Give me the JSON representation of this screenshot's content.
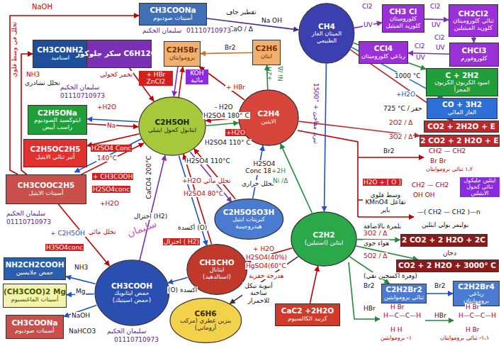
{
  "diagram": {
    "nodes": [
      {
        "text": [
          "CH3COONa",
          "أسيتات صوديوم"
        ]
      },
      {
        "text": [
          "CH4",
          "الميثان الغاز الطبيعي"
        ]
      },
      {
        "text": [
          "CH3 Cl",
          "كلوروميثان كلوريد الميثيل"
        ]
      },
      {
        "text": [
          "CH2Cl2",
          "ثنائي كلوروميثان كلوريد الميثيلين"
        ]
      },
      {
        "text": [
          "CH3CONH2",
          "استاميد"
        ]
      },
      {
        "text": [
          "سكر جلوكوز C6H12O6"
        ]
      },
      {
        "text": [
          "C2H5Br",
          "بروموايثان"
        ]
      },
      {
        "text": [
          "C2H6",
          "ايثان"
        ]
      },
      {
        "text": [
          "CCl4",
          "رباعي كلوروميثان"
        ]
      },
      {
        "text": [
          "CHCl3",
          "كلوروفورم"
        ]
      },
      {
        "text": [
          "C + 2H2",
          "اسود الكربون الكربون المجزأ"
        ]
      },
      {
        "text": [
          "CO + 3H2",
          "الغاز المائي"
        ]
      },
      {
        "text": [
          "C2H5ONa",
          "ايثوكسيد الصوديوم راسب أبيض"
        ]
      },
      {
        "text": [
          "C2H5OH",
          "ايثانول كحول ايثيلي"
        ]
      },
      {
        "text": [
          "C2H4",
          "الايثين"
        ]
      },
      {
        "text": [
          "CO2 + 2H2O + E"
        ]
      },
      {
        "text": [
          "2 CO2 + 2 H2O + E"
        ]
      },
      {
        "text": [
          "C2H5OC2H5",
          "أثير ثنائي الايثيل"
        ]
      },
      {
        "text": [
          "CH3COOC2H5",
          "أسيتات الايثيل"
        ]
      },
      {
        "text": [
          "C2H5OSO3H",
          "كبريتات ايثيل هيدروجينية"
        ]
      },
      {
        "text": [
          "C2H2",
          "ايثاين (استيلين)"
        ]
      },
      {
        "text": [
          "2 CO2 + 2 H2O + 2C"
        ]
      },
      {
        "text": [
          "CO2 + 2 H2O + 3000° C"
        ]
      },
      {
        "text": [
          "CH3CHO",
          "ايثانال (استالدهيد)"
        ]
      },
      {
        "text": [
          "NH2CH2COOH",
          "حمض جلايسين"
        ]
      },
      {
        "text": [
          "CH3COOH",
          "حمض ايثانويك (حمض اسيتيك)"
        ]
      },
      {
        "text": [
          "(CH3COO)2 Mg",
          "أسيتات الماغنسيوم"
        ]
      },
      {
        "text": [
          "C2H2Br2",
          "ثنائي بروموايثين"
        ]
      },
      {
        "text": [
          "C2H2Br4",
          "رباعي بروموايثان"
        ]
      },
      {
        "text": [
          "C6H6",
          "بنزين عطري (مركب أروماتي)"
        ]
      },
      {
        "text": [
          "CaC2 +2H2O",
          "كربيد الكالسيوم"
        ]
      },
      {
        "text": [
          "CH3COONa",
          "أسيتات صوديوم"
        ]
      }
    ],
    "edges": [
      {
        "from": 0,
        "to": 1,
        "arrow": "to"
      },
      {
        "from": 1,
        "to": 2,
        "arrow": "to"
      },
      {
        "from": 2,
        "to": 3,
        "arrow": "to"
      },
      {
        "from": 3,
        "to": 9,
        "arrow": "to"
      },
      {
        "from": 9,
        "to": 8,
        "arrow": "to"
      },
      {
        "from": 1,
        "to": 10,
        "arrow": "to"
      },
      {
        "from": 1,
        "to": 11,
        "arrow": "to"
      },
      {
        "from": 1,
        "to": 15,
        "arrow": "to"
      },
      {
        "from": 14,
        "to": 16,
        "arrow": "to"
      },
      {
        "from": 18,
        "to": 0,
        "arrow": "to"
      },
      {
        "from": 18,
        "to": 4,
        "arrow": "to"
      },
      {
        "from": 5,
        "to": 13,
        "arrow": "to"
      },
      {
        "from": 13,
        "to": 6,
        "arrow": "to"
      },
      {
        "from": 6,
        "to": 13,
        "arrow": "to"
      },
      {
        "from": 7,
        "to": 6,
        "arrow": "to"
      },
      {
        "from": 14,
        "to": 7,
        "arrow": "to"
      },
      {
        "from": 14,
        "to": 6,
        "arrow": "to"
      },
      {
        "from": 13,
        "to": 14,
        "arrow": "to"
      },
      {
        "from": 14,
        "to": 13,
        "arrow": "to"
      },
      {
        "from": 13,
        "to": 12,
        "arrow": "to"
      },
      {
        "from": 12,
        "to": 13,
        "arrow": "to"
      },
      {
        "from": 13,
        "to": 17,
        "arrow": "to"
      },
      {
        "from": 13,
        "to": 18,
        "arrow": "to"
      },
      {
        "from": 18,
        "to": 13,
        "arrow": "to"
      },
      {
        "from": 13,
        "to": 19,
        "arrow": "to"
      },
      {
        "from": 19,
        "to": 13,
        "arrow": "to"
      },
      {
        "from": 19,
        "to": 14,
        "arrow": "to"
      },
      {
        "from": 13,
        "to": 23,
        "arrow": "to"
      },
      {
        "from": 23,
        "to": 13,
        "arrow": "to"
      },
      {
        "from": 23,
        "to": 25,
        "arrow": "to"
      },
      {
        "from": 25,
        "to": 13,
        "arrow": "to"
      },
      {
        "from": 20,
        "to": 23,
        "arrow": "to"
      },
      {
        "from": 20,
        "to": 14,
        "arrow": "to"
      },
      {
        "from": 30,
        "to": 20,
        "arrow": "to"
      },
      {
        "from": 20,
        "to": 29,
        "arrow": "to"
      },
      {
        "from": 1,
        "to": 20,
        "arrow": "to"
      },
      {
        "from": 20,
        "to": 21,
        "arrow": "to"
      },
      {
        "from": 20,
        "to": 22,
        "arrow": "to"
      },
      {
        "from": 20,
        "to": 27,
        "arrow": "to"
      },
      {
        "from": 27,
        "to": 28,
        "arrow": "to"
      },
      {
        "from": 25,
        "to": 24,
        "arrow": "to"
      },
      {
        "from": 25,
        "to": 26,
        "arrow": "to"
      },
      {
        "from": 25,
        "to": 31,
        "arrow": "to"
      },
      {
        "from": 18,
        "to": 25,
        "arrow": "to"
      }
    ],
    "labels": [
      "NaOH",
      "تقطير جاف",
      "Na OH",
      "CaO / Δ",
      "Cl2",
      "UV",
      "Cl2",
      "UV",
      "Cl2",
      "UV",
      "Cl2",
      "UV",
      "سليمان الحكيم",
      "01110710973",
      "Br2",
      "+ HBr",
      "+2H",
      "Ni /Δ",
      "1000 °C",
      "+H2O",
      "725 °C / حفز",
      "2O2 / Δ",
      "3O2 / Δ",
      "NH3",
      "تحلل نشادري",
      "تحلل في وسط قلوي",
      "سليمان الحكيم",
      "01110710973",
      "+ HBr ZnCl2",
      "KOH مائية",
      "تخمر كحولي",
      "- H2O",
      "H2SO4 180° C",
      "+H2O",
      "H2SO4 110° C",
      "+H2O",
      "Na",
      "H2SO4 Conc",
      "140°C",
      "+ CH3COOH",
      "H2SO4conc",
      "+H2O",
      "تحلل مائي",
      "سليمان الحكيم",
      "01110710973",
      "+ C2H5OH",
      "H3SO4conc",
      "CaCO4 200°C",
      "اختزال (H2)",
      "أكسدة (O)",
      "H2SO4 110°C",
      "+H2O تحلل مائي",
      "H2SO4 80°C",
      "H2SO4 Conc 180°C",
      "تحلل حراري",
      "اختزال ( H2)",
      "(O) أكسدة",
      "+ H2O",
      "H2SO4(40%)",
      "HgSO4(60°C",
      "هدرجة حفزية",
      "أنبوبة نيكل ساخنة للاحمرار",
      "+2H",
      "Ni /Δ",
      "1500° + تبريد مفاجئ",
      "NH3",
      "Mg",
      "NaOH",
      "NaHCO3",
      "Br2",
      "CH2 — CH2",
      "Br      Br",
      "١،٢ ثنائي بروموايثان",
      "H2O + [ O ]",
      "وسط قلوي KMnO4 تفاعل باير",
      "CH2 — CH2",
      "OH    OH",
      "ايثلين جليكول ثنائي كحول الايثيلين",
      "بلمرة بالاضافة",
      "—( CH2 — CH2 )—n",
      "بوليمر بولي ايثلين",
      "3O2 / Δ",
      "هواء جوي",
      "دخان",
      "5O2 / Δ",
      "(وفرة اكسجين نقي)",
      "Br2",
      "Br2",
      "HBr",
      "HBr",
      "H  Br",
      "H—C—C—H",
      "H  H",
      "١- بروموايثين",
      "H  Br",
      "H—C—C—H",
      "H  Br",
      "١،١- ثنائي بروموايثان",
      "سليمان الحكيم",
      "01110710973",
      "سليمان"
    ]
  }
}
